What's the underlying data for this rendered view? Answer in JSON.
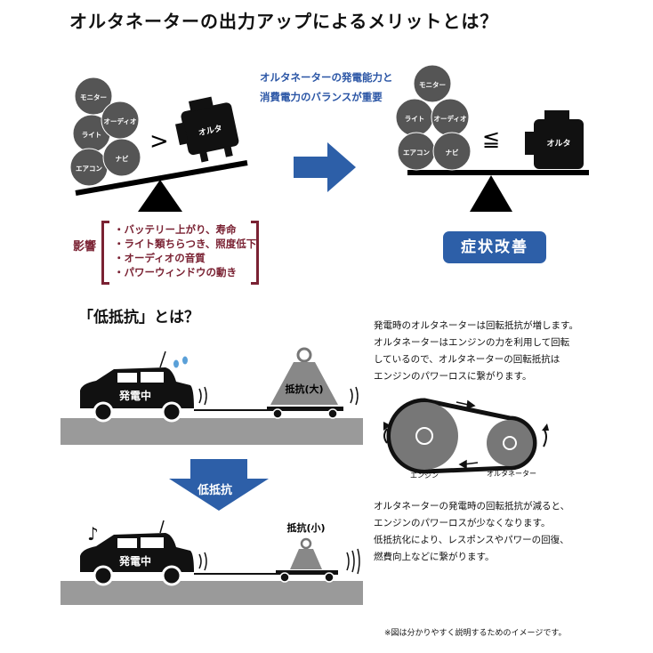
{
  "title": "オルタネーターの出力アップによるメリットとは？",
  "top_caption": [
    "オルタネーターの発電能力と",
    "消費電力のバランスが重要"
  ],
  "balls": {
    "monitor": "モニター",
    "light": "ライト",
    "audio": "オーディオ",
    "aircon": "エアコン",
    "navi": "ナビ"
  },
  "alternator_label": "オルタ",
  "compare_gt": ">",
  "compare_le": "≦",
  "effect": {
    "label": "影響",
    "items": [
      "・バッテリー上がり、寿命",
      "・ライト類ちらつき、照度低下",
      "・オーディオの音質",
      "・パワーウィンドウの動き"
    ]
  },
  "badge": "症状改善",
  "section2_title": "「低抵抗」とは？",
  "car_label": "発電中",
  "weight_big": "抵抗(大)",
  "weight_small": "抵抗(小)",
  "down_arrow_label": "低抵抗",
  "para1": [
    "発電時のオルタネーターは回転抵抗が増します。",
    "オルタネーターはエンジンの力を利用して回転",
    "しているので、オルタネーターの回転抵抗は",
    "エンジンのパワーロスに繋がります。"
  ],
  "pulley_labels": {
    "engine": "エンジン",
    "alternator": "オルタネーター"
  },
  "para2": [
    "オルタネーターの発電時の回転抵抗が減ると、",
    "エンジンのパワーロスが少なくなります。",
    "低抵抗化により、レスポンスやパワーの回復、",
    "燃費向上などに繋がります。"
  ],
  "note": "※図は分かりやすく説明するためのイメージです。",
  "colors": {
    "blue": "#2d5fa8",
    "maroon": "#7a2233",
    "ground": "#9a9a9a"
  }
}
